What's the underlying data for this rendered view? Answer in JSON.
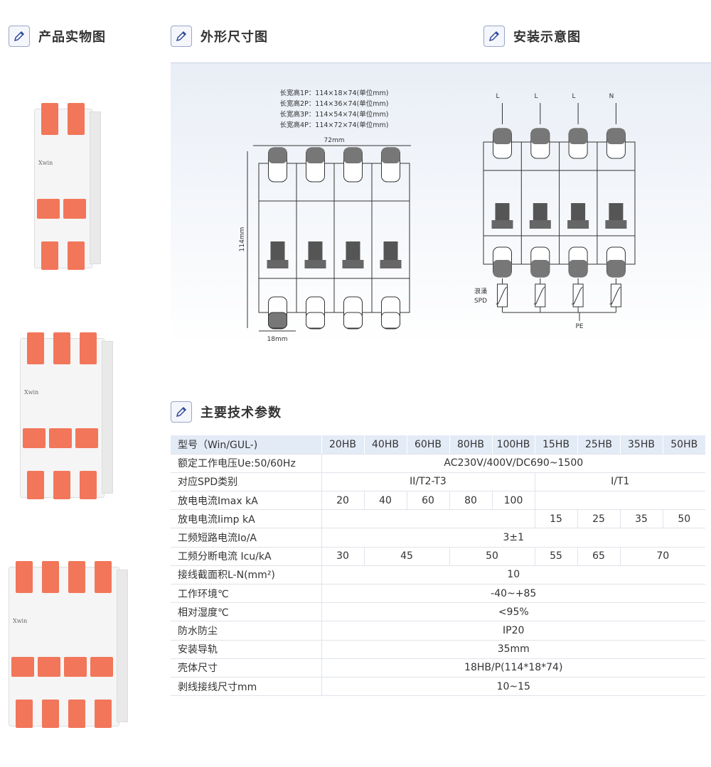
{
  "sections": {
    "product": "产品实物图",
    "dimension": "外形尺寸图",
    "install": "安装示意图",
    "params": "主要技术参数"
  },
  "products": [
    {
      "poles": 2,
      "brand": "Xwin"
    },
    {
      "poles": 3,
      "brand": "Xwin"
    },
    {
      "poles": 4,
      "brand": "Xwin"
    }
  ],
  "dimension": {
    "lines": [
      "长宽高1P：114×18×74(单位mm)",
      "长宽高2P：114×36×74(单位mm)",
      "长宽高3P：114×54×74(单位mm)",
      "长宽高4P：114×72×74(单位mm)"
    ],
    "width_label": "72mm",
    "height_label": "114mm",
    "pole_label": "18mm"
  },
  "install": {
    "phases": [
      "L",
      "L",
      "L",
      "N"
    ],
    "spd_label_1": "浪涌",
    "spd_label_2": "SPD",
    "pe_label": "PE"
  },
  "table": {
    "header": {
      "label": "型号（Win/GUL-)",
      "models": [
        "20HB",
        "40HB",
        "60HB",
        "80HB",
        "100HB",
        "15HB",
        "25HB",
        "35HB",
        "50HB"
      ]
    },
    "rows": [
      {
        "label": "额定工作电压Ue:50/60Hz",
        "cells": [
          {
            "v": "AC230V/400V/DC690~1500",
            "span": 9
          }
        ]
      },
      {
        "label": "对应SPD类别",
        "cells": [
          {
            "v": "II/T2-T3",
            "span": 5
          },
          {
            "v": "I/T1",
            "span": 4
          }
        ]
      },
      {
        "label": "放电电流Imax kA",
        "cells": [
          {
            "v": "20",
            "span": 1
          },
          {
            "v": "40",
            "span": 1
          },
          {
            "v": "60",
            "span": 1
          },
          {
            "v": "80",
            "span": 1
          },
          {
            "v": "100",
            "span": 1
          },
          {
            "v": "",
            "span": 4
          }
        ]
      },
      {
        "label": "放电电流Iimp kA",
        "cells": [
          {
            "v": "",
            "span": 5
          },
          {
            "v": "15",
            "span": 1
          },
          {
            "v": "25",
            "span": 1
          },
          {
            "v": "35",
            "span": 1
          },
          {
            "v": "50",
            "span": 1
          }
        ]
      },
      {
        "label": "工频短路电流Io/A",
        "cells": [
          {
            "v": "3±1",
            "span": 9
          }
        ]
      },
      {
        "label": "工频分断电流 Icu/kA",
        "cells": [
          {
            "v": "30",
            "span": 1
          },
          {
            "v": "45",
            "span": 2
          },
          {
            "v": "50",
            "span": 2
          },
          {
            "v": "55",
            "span": 1
          },
          {
            "v": "65",
            "span": 1
          },
          {
            "v": "70",
            "span": 2
          }
        ]
      },
      {
        "label": "接线截面积L-N(mm²)",
        "cells": [
          {
            "v": "10",
            "span": 9
          }
        ]
      },
      {
        "label": "工作环境℃",
        "cells": [
          {
            "v": "-40~+85",
            "span": 9
          }
        ]
      },
      {
        "label": "相对湿度℃",
        "cells": [
          {
            "v": "<95%",
            "span": 9
          }
        ]
      },
      {
        "label": "防水防尘",
        "cells": [
          {
            "v": "IP20",
            "span": 9
          }
        ]
      },
      {
        "label": "安装导轨",
        "cells": [
          {
            "v": "35mm",
            "span": 9
          }
        ]
      },
      {
        "label": "壳体尺寸",
        "cells": [
          {
            "v": "18HB/P(114*18*74)",
            "span": 9
          }
        ]
      },
      {
        "label": "剥线接线尺寸mm",
        "cells": [
          {
            "v": "10~15",
            "span": 9
          }
        ]
      }
    ]
  },
  "colors": {
    "orange": "#f2765a",
    "header_bg": "#e3ebf7",
    "icon_border": "#9aa6c8"
  }
}
